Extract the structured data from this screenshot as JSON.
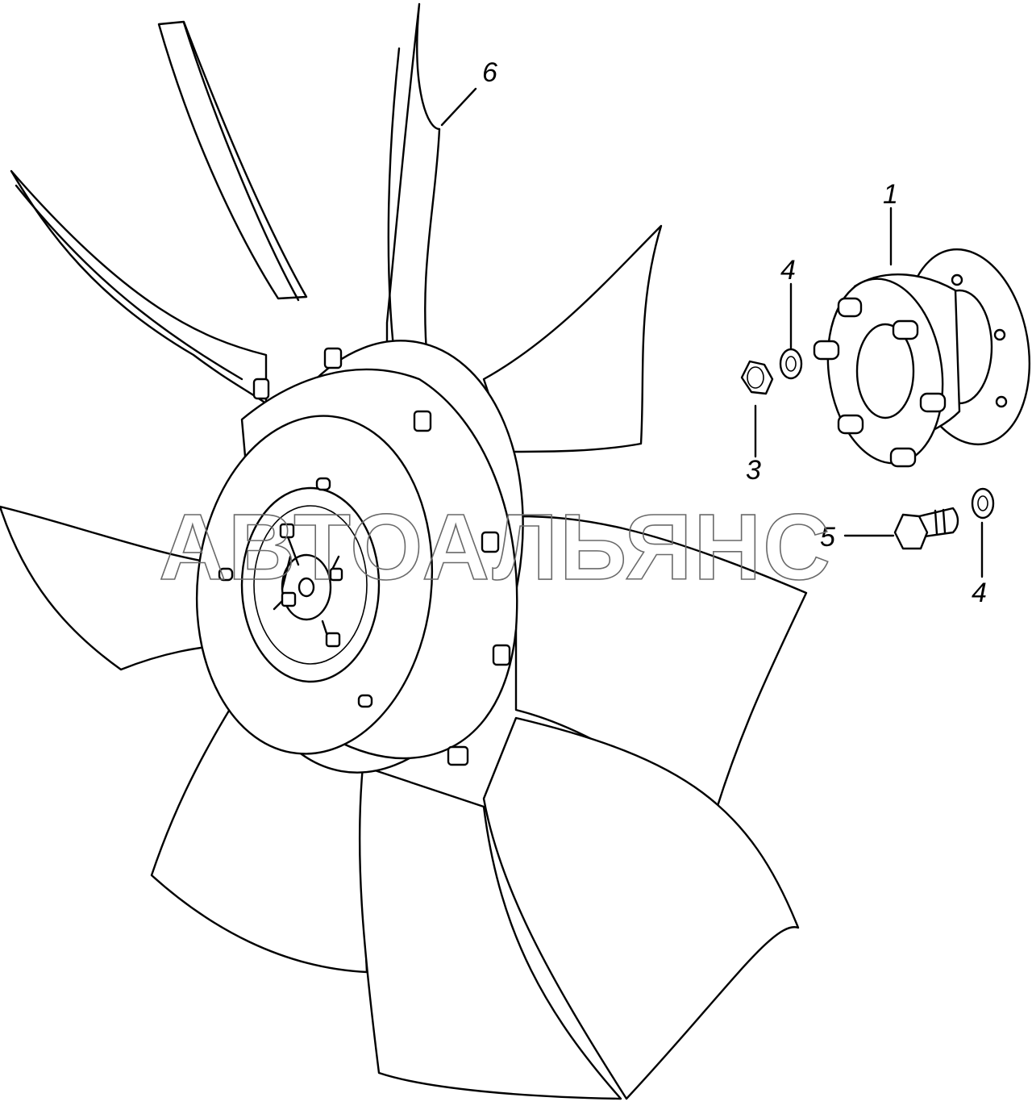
{
  "watermark": "АВТОАЛЬЯНС",
  "callouts": [
    {
      "id": "1",
      "text": "1"
    },
    {
      "id": "3",
      "text": "3"
    },
    {
      "id": "4a",
      "text": "4"
    },
    {
      "id": "4b",
      "text": "4"
    },
    {
      "id": "5",
      "text": "5"
    },
    {
      "id": "6",
      "text": "6"
    }
  ]
}
